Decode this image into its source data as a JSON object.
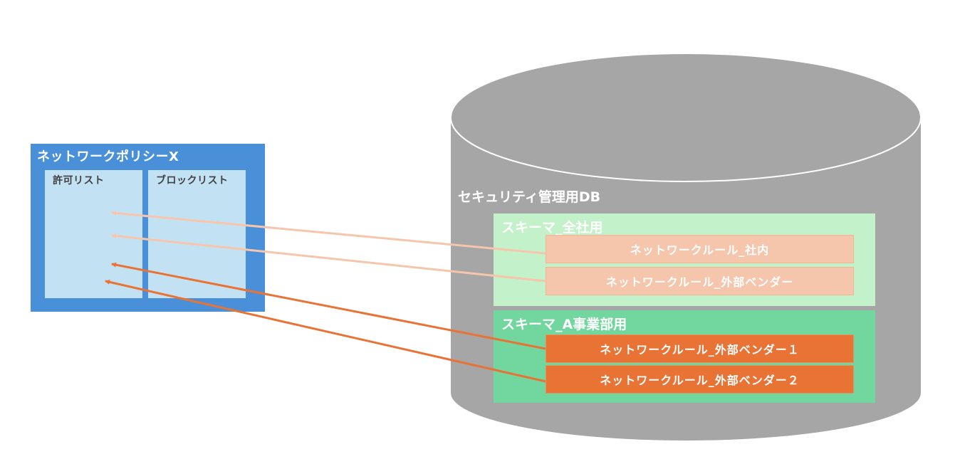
{
  "policy": {
    "title": "ネットワークポリシーX",
    "allow_list_label": "許可リスト",
    "block_list_label": "ブロックリスト"
  },
  "db": {
    "title": "セキュリティ管理用DB",
    "schemas": [
      {
        "title": "スキーマ_全社用",
        "rules": [
          "ネットワークルール_社内",
          "ネットワークルール_外部ベンダー"
        ]
      },
      {
        "title": "スキーマ_A事業部用",
        "rules": [
          "ネットワークルール_外部ベンダー１",
          "ネットワークルール_外部ベンダー２"
        ]
      }
    ]
  },
  "colors": {
    "policy_bg": "#4a90d9",
    "list_bg": "#c2e2f4",
    "db_body": "#a6a6a6",
    "schema_company_bg": "#c3f1c9",
    "schema_a_bg": "#72d69f",
    "rule_light": "#f6c6ac",
    "rule_dark": "#e87335"
  }
}
